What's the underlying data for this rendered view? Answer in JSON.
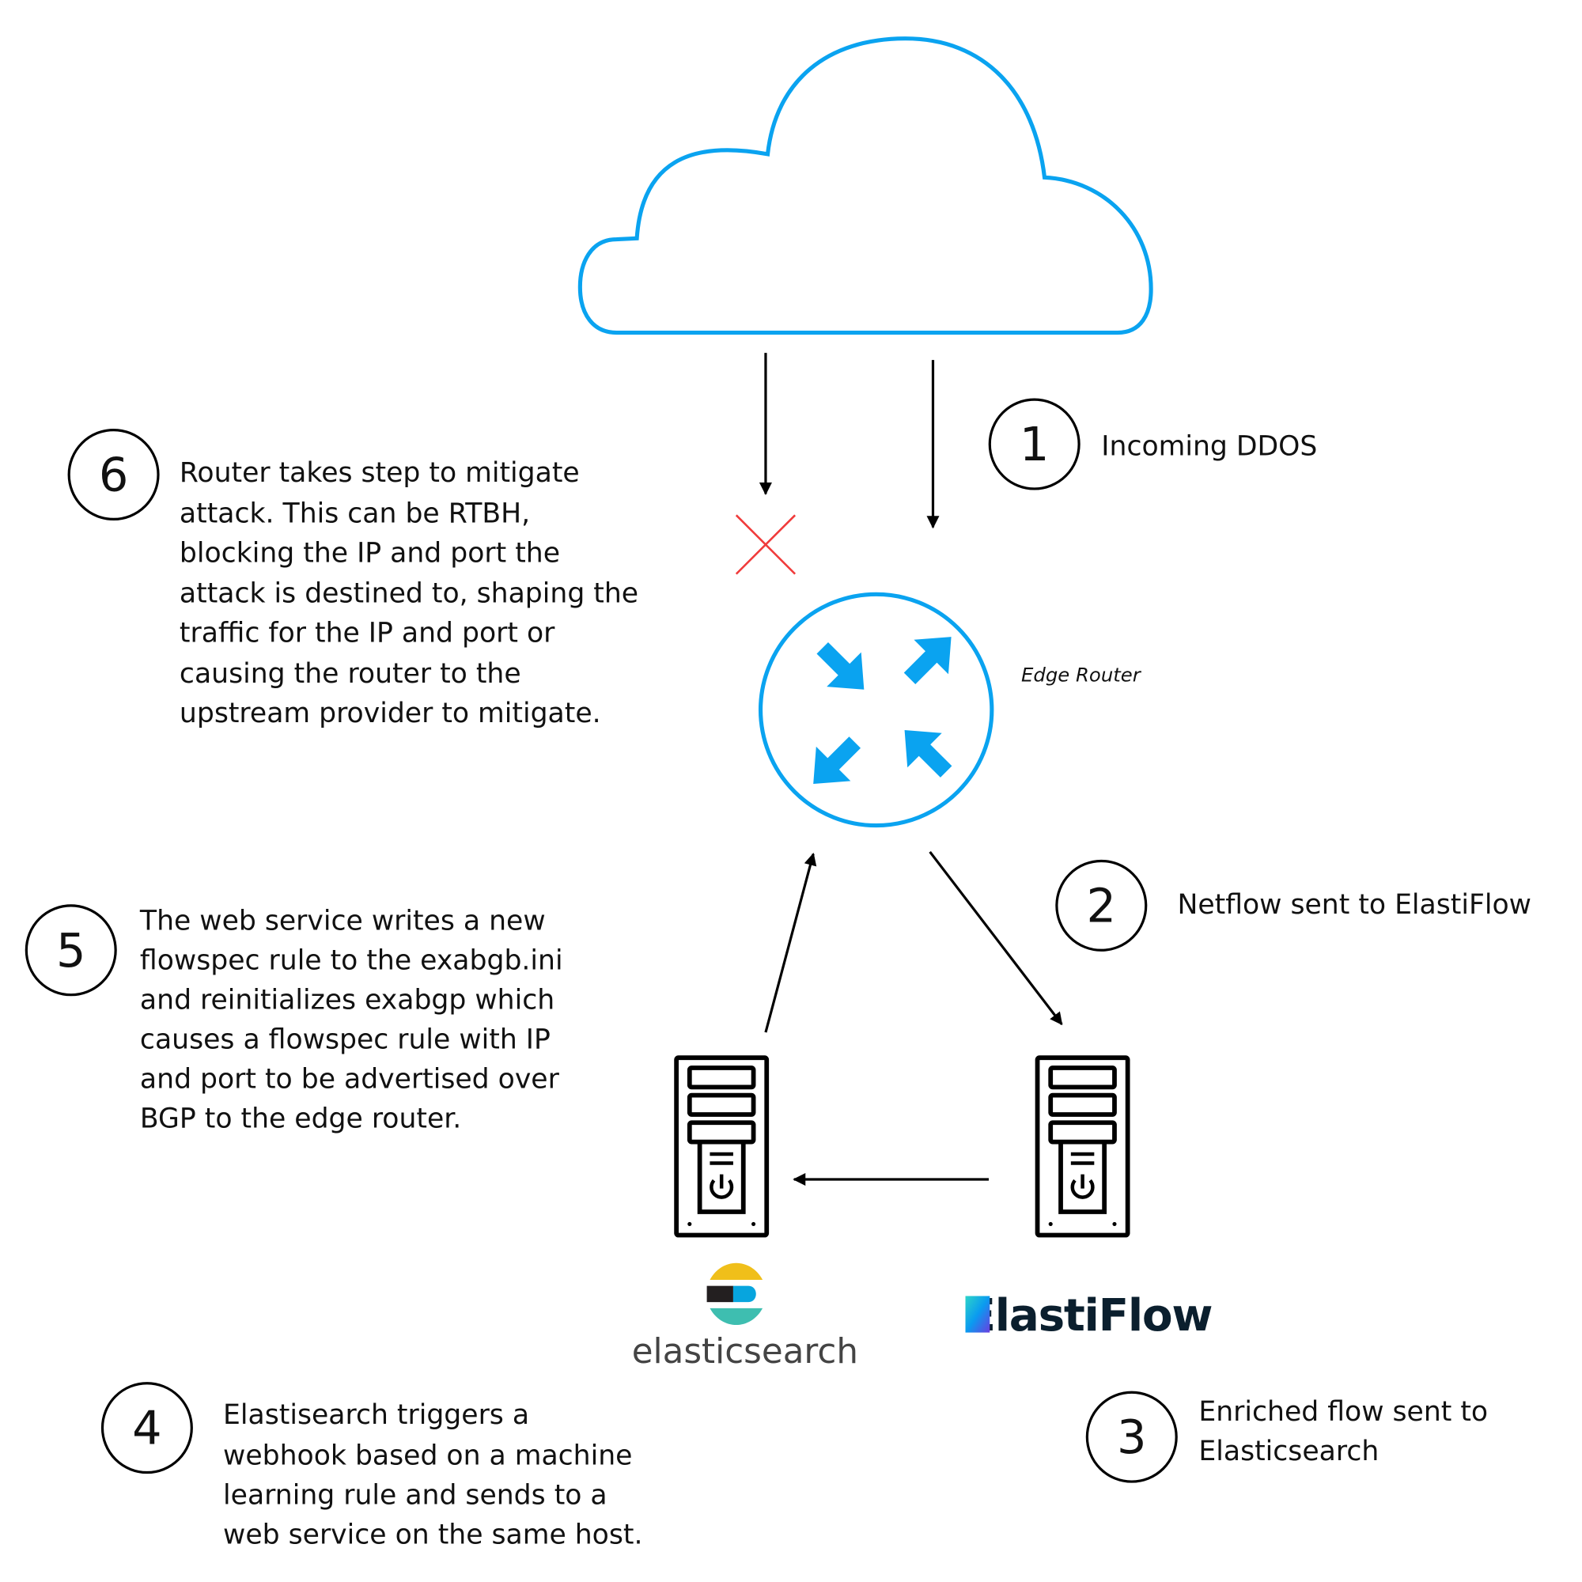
{
  "colors": {
    "cloud": "#0aa3f0",
    "router": "#0aa3f0",
    "blocked": "#f03a3a",
    "elastiflow_text": "#0b1f2e",
    "elasticsearch_text": "#444444"
  },
  "router": {
    "label": "Edge Router"
  },
  "logos": {
    "elasticsearch": "elasticsearch",
    "elastiflow": "ElastiFlow"
  },
  "steps": [
    {
      "number": "1",
      "lines": [
        "Incoming DDOS"
      ]
    },
    {
      "number": "2",
      "lines": [
        "Netflow sent to ElastiFlow"
      ]
    },
    {
      "number": "3",
      "lines": [
        "Enriched flow sent to",
        "Elasticsearch"
      ]
    },
    {
      "number": "4",
      "lines": [
        "Elastisearch triggers a",
        "webhook based on a machine",
        "learning rule and sends to a",
        "web service on the same host."
      ]
    },
    {
      "number": "5",
      "lines": [
        "The web service writes a new",
        "flowspec rule to the exabgb.ini",
        "and reinitializes exabgp which",
        "causes a flowspec rule with IP",
        "and port to be advertised over",
        "BGP to the edge router."
      ]
    },
    {
      "number": "6",
      "lines": [
        "Router takes step to mitigate",
        "attack. This can be RTBH,",
        "blocking the IP and port the",
        "attack is destined to, shaping the",
        "traffic for the IP and port or",
        "causing the router to the",
        "upstream provider to mitigate."
      ]
    }
  ]
}
